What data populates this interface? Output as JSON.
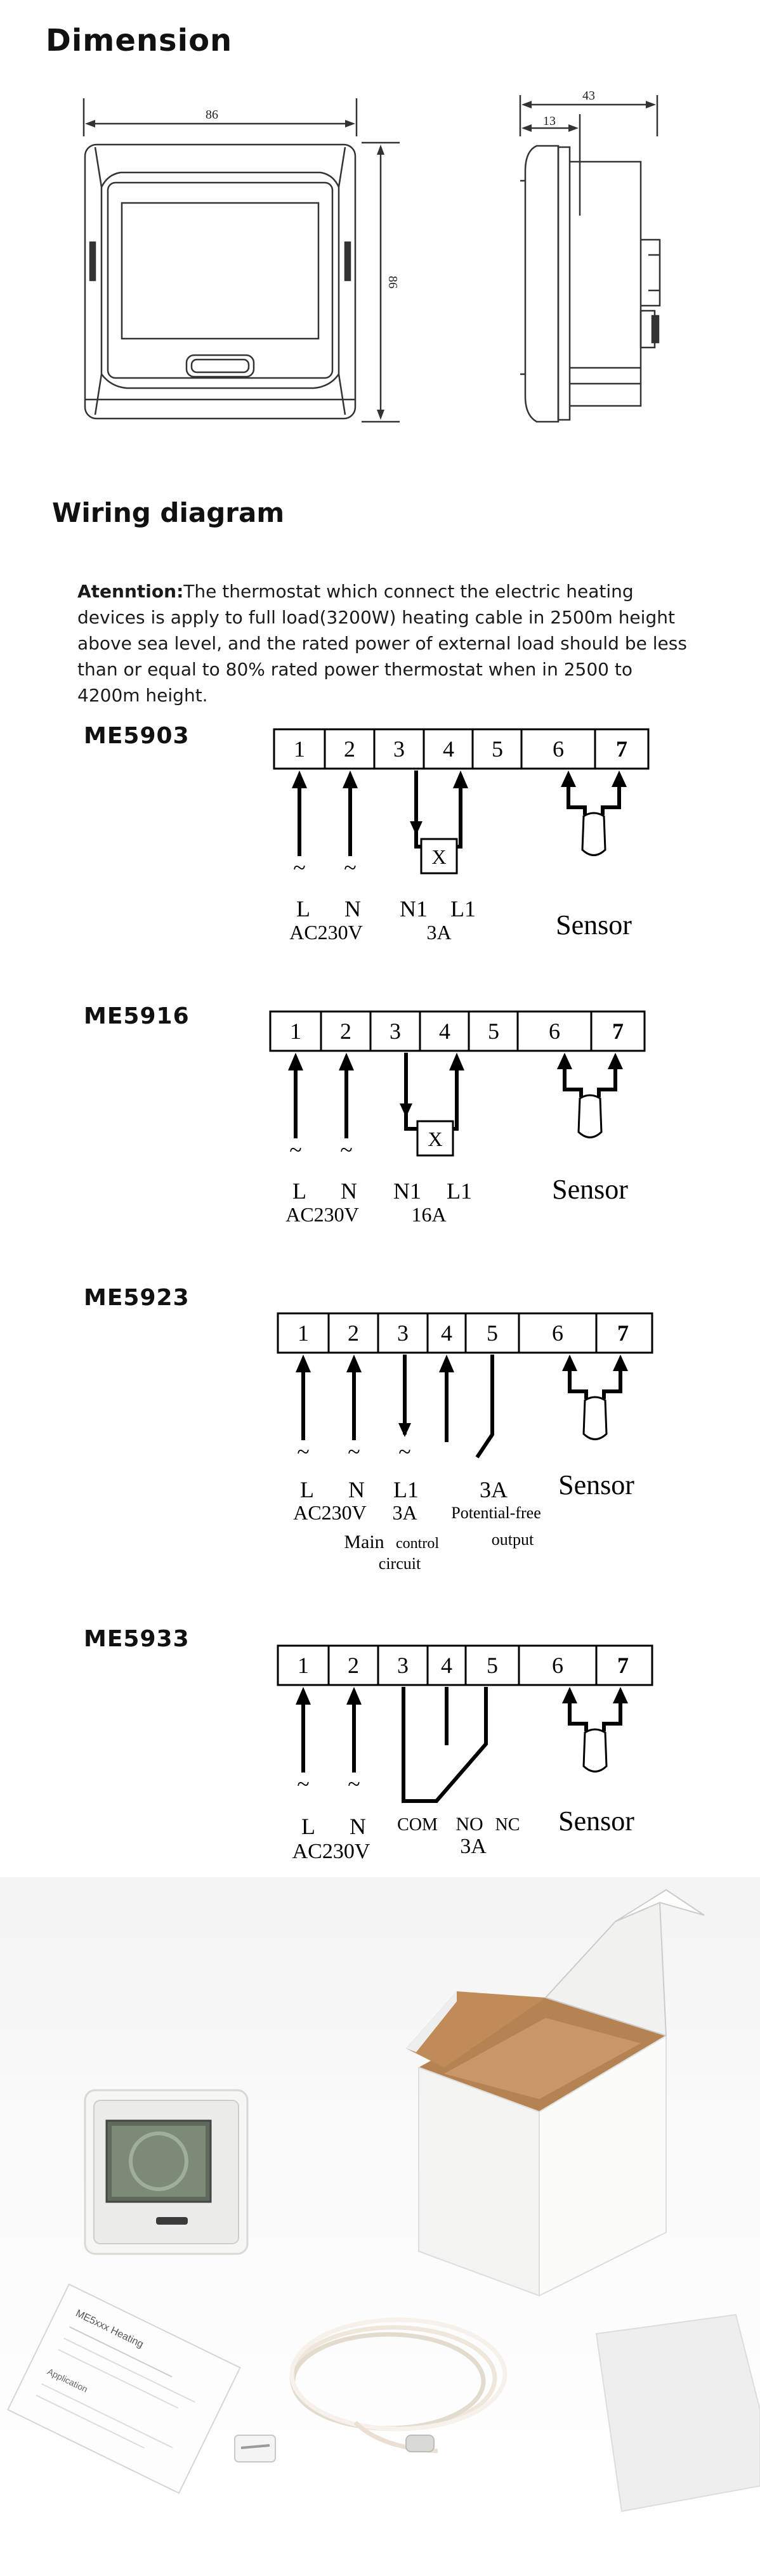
{
  "dimension": {
    "title": "Dimension",
    "front_width_label": "86",
    "front_height_label": "86",
    "side_total_label": "43",
    "side_depth_label": "13"
  },
  "wiring": {
    "title": "Wiring diagram",
    "attention_label": "Atenntion:",
    "attention_text": "The thermostat which connect the electric heating devices is apply to full load(3200W) heating cable in 2500m height above sea level, and the rated power of external load should be less than or equal to 80% rated power thermostat when in 2500 to 4200m height."
  },
  "diagrams": [
    {
      "model": "ME5903",
      "terminals": [
        "1",
        "2",
        "3",
        "4",
        "5",
        "6",
        "7"
      ],
      "labels": {
        "L": "L",
        "N": "N",
        "ac": "AC230V",
        "n1": "N1",
        "l1": "L1",
        "amp": "3A",
        "x": "X",
        "sensor": "Sensor",
        "wave": "~"
      }
    },
    {
      "model": "ME5916",
      "terminals": [
        "1",
        "2",
        "3",
        "4",
        "5",
        "6",
        "7"
      ],
      "labels": {
        "L": "L",
        "N": "N",
        "ac": "AC230V",
        "n1": "N1",
        "l1": "L1",
        "amp": "16A",
        "x": "X",
        "sensor": "Sensor",
        "wave": "~"
      }
    },
    {
      "model": "ME5923",
      "terminals": [
        "1",
        "2",
        "3",
        "4",
        "5",
        "6",
        "7"
      ],
      "labels": {
        "L": "L",
        "N": "N",
        "ac": "AC230V",
        "l1": "L1",
        "amp_main": "3A",
        "amp_free": "3A",
        "pf": "Potential-free",
        "output": "output",
        "main": "Main",
        "control": "control",
        "circuit": "circuit",
        "sensor": "Sensor",
        "wave": "~"
      }
    },
    {
      "model": "ME5933",
      "terminals": [
        "1",
        "2",
        "3",
        "4",
        "5",
        "6",
        "7"
      ],
      "labels": {
        "L": "L",
        "N": "N",
        "ac": "AC230V",
        "com": "COM",
        "no": "NO",
        "nc": "NC",
        "amp": "3A",
        "sensor": "Sensor",
        "wave": "~"
      }
    }
  ],
  "product_photo": {
    "manual_title": "ME5xxx Heating",
    "manual_subtitle": "Application"
  },
  "colors": {
    "text": "#111111",
    "line": "#000000",
    "box_frame": "#b07a45",
    "box_inner": "#caa27a"
  }
}
